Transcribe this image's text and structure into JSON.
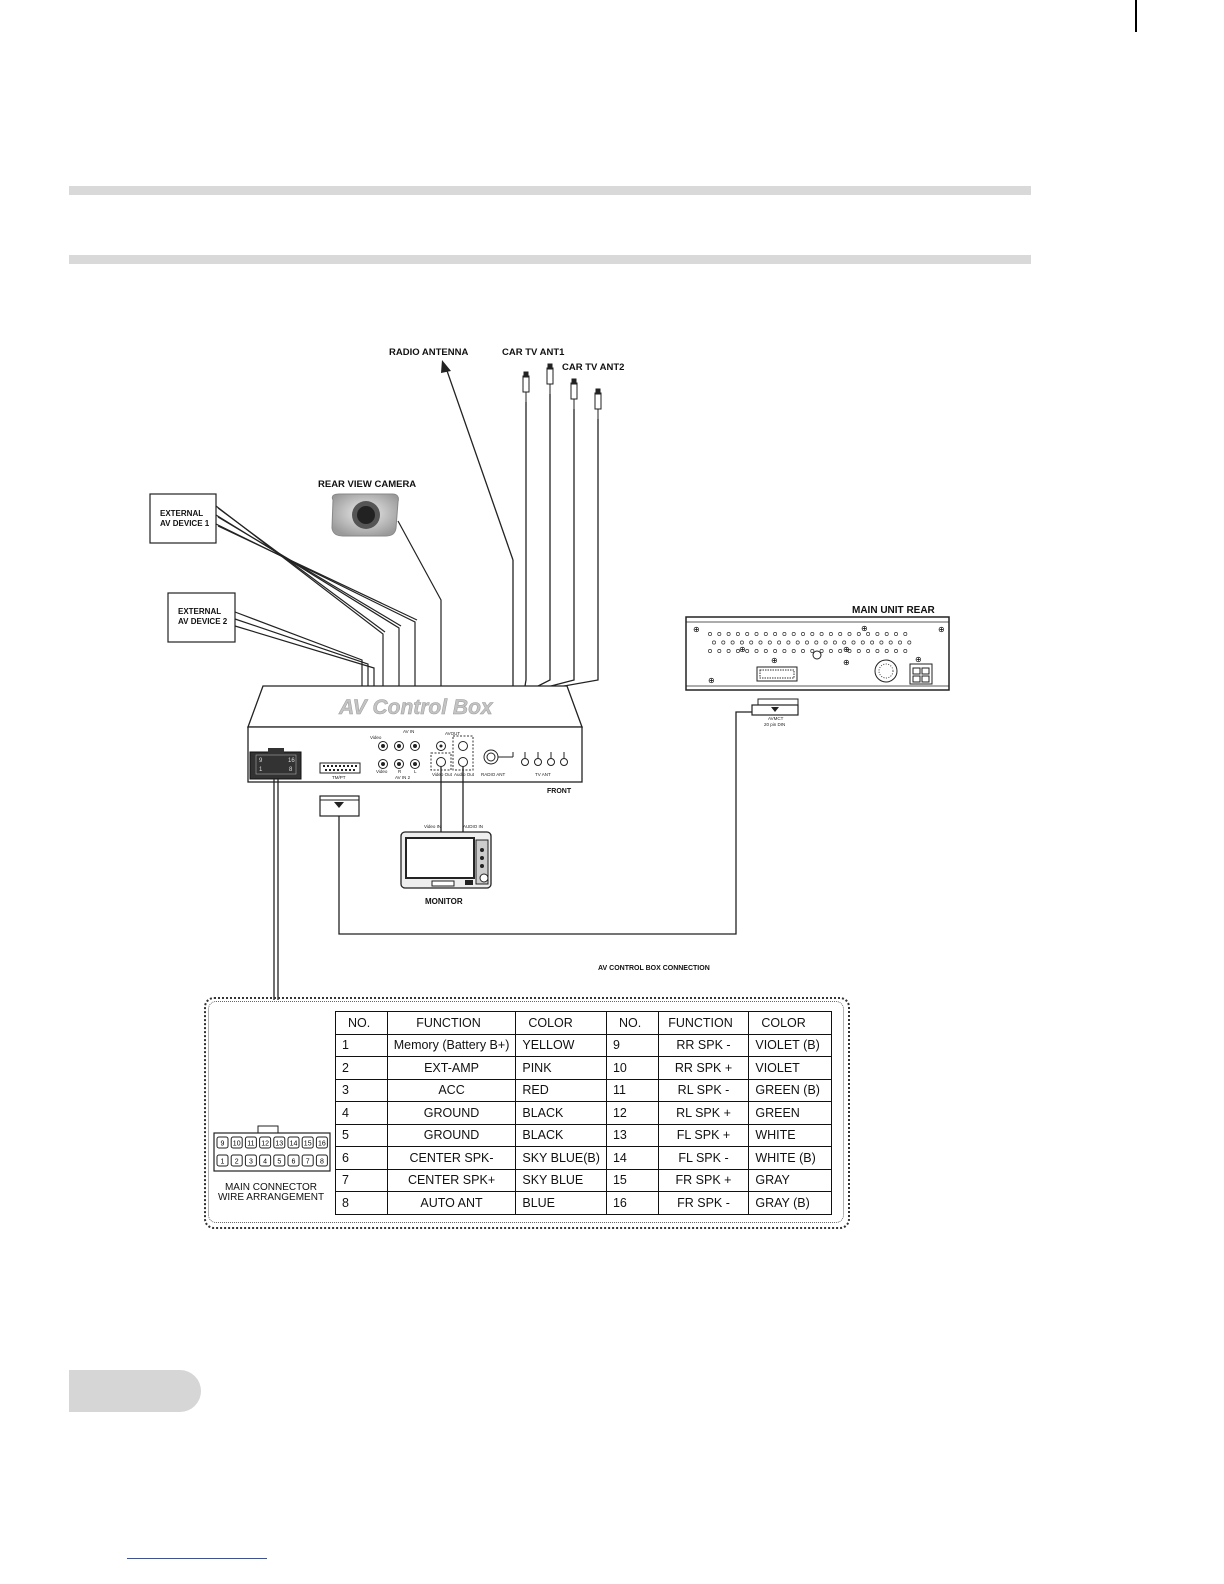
{
  "labels": {
    "radio_antenna": "RADIO ANTENNA",
    "car_tv_ant1": "CAR TV ANT1",
    "car_tv_ant2": "CAR TV ANT2",
    "rear_view_camera": "REAR VIEW CAMERA",
    "external_av_1_line1": "EXTERNAL",
    "external_av_1_line2": "AV DEVICE 1",
    "external_av_2_line1": "EXTERNAL",
    "external_av_2_line2": "AV DEVICE 2",
    "main_unit_rear": "MAIN UNIT REAR",
    "av_control_box": "AV Control Box",
    "front": "FRONT",
    "monitor": "MONITOR",
    "diagram_caption": "AV CONTROL BOX CONNECTION",
    "main_connector_line1": "MAIN CONNECTOR",
    "main_connector_line2": "WIRE ARRANGEMENT",
    "panel_video": "Video",
    "panel_r": "R",
    "panel_l": "L",
    "panel_av_in": "AV IN",
    "panel_av_in2": "AV IN 2",
    "panel_radio_ant": "RADIO ANT",
    "panel_tv_ant": "TV ANT",
    "panel_av_out": "AVOUT",
    "panel_video_out": "Video Out",
    "panel_audio_out": "Audio Out",
    "panel_tmpt": "TM/PT",
    "monitor_video_in": "Video IN",
    "monitor_audio_in": "AUDIO IN",
    "din_label_1": "AVMCT",
    "din_label_2": "20 pin DIN",
    "plug_pins": [
      "9",
      "16",
      "1",
      "8"
    ]
  },
  "connector_pins_top": [
    "9",
    "10",
    "11",
    "12",
    "13",
    "14",
    "15",
    "16"
  ],
  "connector_pins_bottom": [
    "1",
    "2",
    "3",
    "4",
    "5",
    "6",
    "7",
    "8"
  ],
  "table": {
    "headers": [
      "NO.",
      "FUNCTION",
      "COLOR",
      "NO.",
      "FUNCTION",
      "COLOR"
    ],
    "rows": [
      [
        "1",
        "Memory (Battery B+)",
        "YELLOW",
        "9",
        "RR SPK -",
        "VIOLET (B)"
      ],
      [
        "2",
        "EXT-AMP",
        "PINK",
        "10",
        "RR SPK +",
        "VIOLET"
      ],
      [
        "3",
        "ACC",
        "RED",
        "11",
        "RL SPK -",
        "GREEN (B)"
      ],
      [
        "4",
        "GROUND",
        "BLACK",
        "12",
        "RL SPK +",
        "GREEN"
      ],
      [
        "5",
        "GROUND",
        "BLACK",
        "13",
        "FL SPK +",
        "WHITE"
      ],
      [
        "6",
        "CENTER SPK-",
        "SKY BLUE(B)",
        "14",
        "FL SPK -",
        "WHITE (B)"
      ],
      [
        "7",
        "CENTER SPK+",
        "SKY BLUE",
        "15",
        "FR SPK +",
        "GRAY"
      ],
      [
        "8",
        "AUTO ANT",
        "BLUE",
        "16",
        "FR SPK -",
        "GRAY (B)"
      ]
    ]
  }
}
